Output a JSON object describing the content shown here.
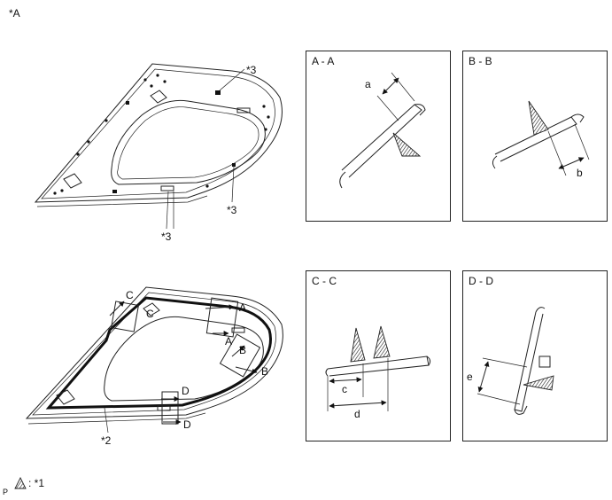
{
  "figure": {
    "view_label": "*A",
    "top_callouts": [
      "*3",
      "*3",
      "*3"
    ],
    "bottom_callout": "*2",
    "legend": {
      "corner_mark": "P",
      "text": ": *1",
      "icon": "hatched-triangle-icon"
    }
  },
  "section_markers": [
    "A",
    "A",
    "B",
    "B",
    "C",
    "C",
    "D",
    "D"
  ],
  "sections": [
    {
      "title": "A - A",
      "dims": [
        "a"
      ]
    },
    {
      "title": "B - B",
      "dims": [
        "b"
      ]
    },
    {
      "title": "C - C",
      "dims": [
        "c",
        "d"
      ]
    },
    {
      "title": "D - D",
      "dims": [
        "e"
      ]
    }
  ]
}
